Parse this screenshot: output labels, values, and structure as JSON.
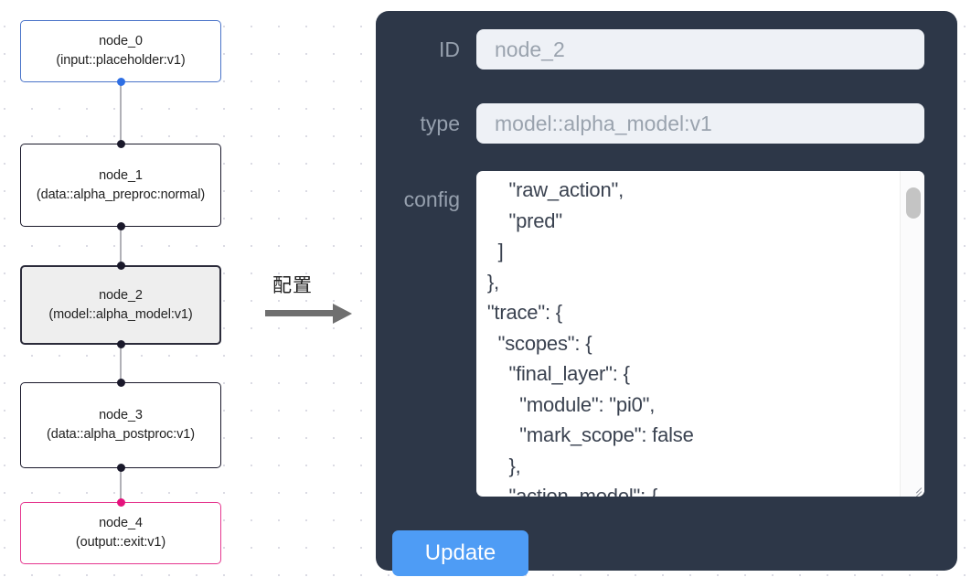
{
  "canvas": {
    "grid_dot_color": "#d8d8e2",
    "background": "#ffffff"
  },
  "graph": {
    "nodes": [
      {
        "id": "node_0",
        "title": "node_0",
        "subtitle": "(input::placeholder:v1)",
        "state": "input",
        "border_color": "#4a74c9",
        "fill": "#ffffff",
        "ports": [
          "bottom"
        ],
        "bottom_port_color": "#2f6fe4"
      },
      {
        "id": "node_1",
        "title": "node_1",
        "subtitle": "(data::alpha_preproc:normal)",
        "state": "default",
        "border_color": "#1a192b",
        "fill": "#ffffff",
        "ports": [
          "top",
          "bottom"
        ],
        "top_port_color": "#1a192b",
        "bottom_port_color": "#1a192b"
      },
      {
        "id": "node_2",
        "title": "node_2",
        "subtitle": "(model::alpha_model:v1)",
        "state": "selected",
        "border_color": "#2b2b3a",
        "fill": "#eeeeee",
        "ports": [
          "top",
          "bottom"
        ],
        "top_port_color": "#1a192b",
        "bottom_port_color": "#1a192b"
      },
      {
        "id": "node_3",
        "title": "node_3",
        "subtitle": "(data::alpha_postproc:v1)",
        "state": "default",
        "border_color": "#1a192b",
        "fill": "#ffffff",
        "ports": [
          "top",
          "bottom"
        ],
        "top_port_color": "#1a192b",
        "bottom_port_color": "#1a192b"
      },
      {
        "id": "node_4",
        "title": "node_4",
        "subtitle": "(output::exit:v1)",
        "state": "output",
        "border_color": "#e5378f",
        "fill": "#ffffff",
        "ports": [
          "top"
        ],
        "top_port_color": "#e5127d"
      }
    ],
    "edges": [
      {
        "from": "node_0",
        "to": "node_1"
      },
      {
        "from": "node_1",
        "to": "node_2"
      },
      {
        "from": "node_2",
        "to": "node_3"
      },
      {
        "from": "node_3",
        "to": "node_4"
      }
    ],
    "edge_color": "#b1b1b7"
  },
  "transition": {
    "label": "配置",
    "arrow_color": "#6f6f6f",
    "icon": "right-arrow-icon"
  },
  "panel": {
    "background": "#2d3748",
    "fields": [
      {
        "key": "id",
        "label": "ID",
        "value": "node_2"
      },
      {
        "key": "type",
        "label": "type",
        "value": "model::alpha_model:v1"
      },
      {
        "key": "config",
        "label": "config",
        "value": "      \"raw_action\",\n      \"pred\"\n    ]\n  },\n  \"trace\": {\n    \"scopes\": {\n      \"final_layer\": {\n        \"module\": \"pi0\",\n        \"mark_scope\": false\n      },\n      \"action_model\": {"
      }
    ],
    "update_button": {
      "label": "Update",
      "color": "#4e9cf5"
    },
    "scrollbar": {
      "thumb_color": "#c4c4c4"
    }
  }
}
